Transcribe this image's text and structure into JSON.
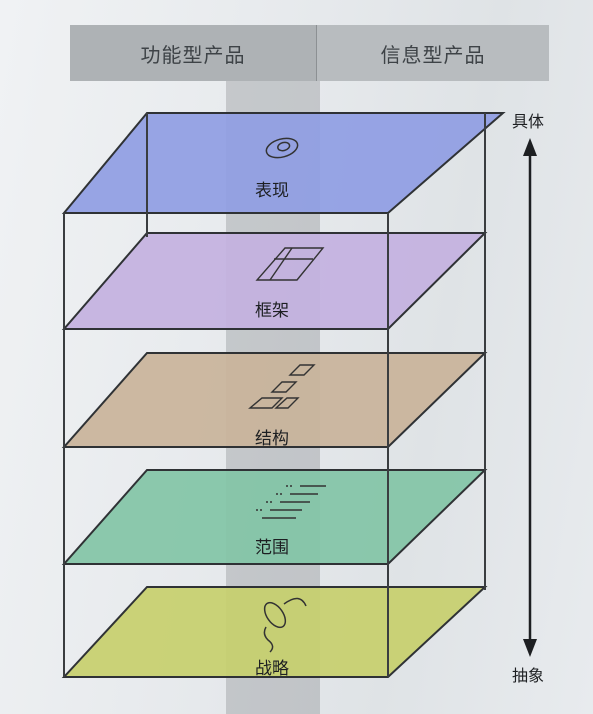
{
  "header": {
    "left": "功能型产品",
    "right": "信息型产品"
  },
  "planes": [
    {
      "label": "表现",
      "color": "#8f9de3",
      "icon": "eye-icon"
    },
    {
      "label": "框架",
      "color": "#c3b1e0",
      "icon": "layout-grid-icon"
    },
    {
      "label": "结构",
      "color": "#c9b39a",
      "icon": "structure-blocks-icon"
    },
    {
      "label": "范围",
      "color": "#82c4a6",
      "icon": "list-lines-icon"
    },
    {
      "label": "战略",
      "color": "#c7cf6d",
      "icon": "balloon-icon"
    }
  ],
  "axis": {
    "top": "具体",
    "bottom": "抽象"
  }
}
